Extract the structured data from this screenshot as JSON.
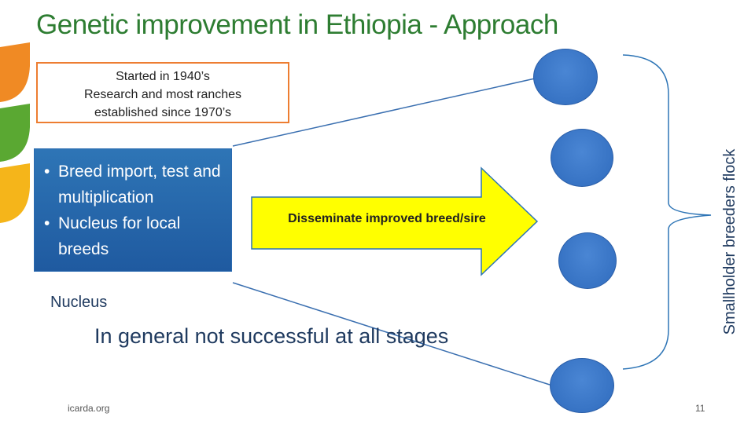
{
  "title": "Genetic improvement in Ethiopia - Approach",
  "info_box": {
    "lines": [
      "Started in 1940’s",
      "Research and most ranches",
      "established since 1970’s"
    ]
  },
  "nucleus_box": {
    "bullets": [
      "Breed import, test and multiplication",
      "Nucleus for local breeds"
    ]
  },
  "arrow_label": "Disseminate improved breed/sire",
  "nucleus_label": "Nucleus",
  "general_note": "In general not successful at all stages",
  "vertical_label": "Smallholder breeders flock",
  "footer": {
    "link": "icarda.org",
    "page_number": "11"
  },
  "colors": {
    "title": "#2e7d32",
    "info_border": "#ed7d31",
    "nucleus_fill": "#2e75b6",
    "arrow_fill": "#ffff00",
    "arrow_stroke": "#2e75b6",
    "flock_fill": "#3a76c4",
    "accent_orange": "#f08a24",
    "accent_green": "#5aa832",
    "accent_yellow": "#f5b51a"
  }
}
